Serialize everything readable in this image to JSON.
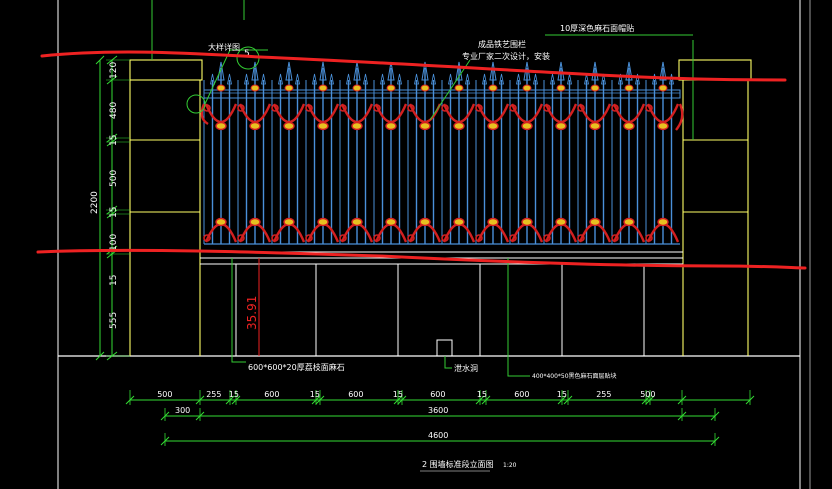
{
  "drawing": {
    "title": "2 围墙标准段立面图",
    "scale": "1:20"
  },
  "annotations": {
    "detail_label": "大样详图",
    "detail_marker": "5",
    "fence_label_1": "成品铁艺围栏",
    "fence_label_2": "专业厂家二次设计，安装",
    "cap_label": "10厚深色麻石面帽贴",
    "base_label": "600*600*20厚荔枝面麻石",
    "drain_label": "泄水洞",
    "grille_label": "400*400*50黑色麻石面层贴块",
    "red_value": "35.91"
  },
  "vertical_dims": [
    "120",
    "480",
    "15",
    "500",
    "15",
    "100",
    "15",
    "555"
  ],
  "vertical_total": "2200",
  "bottom_dims": [
    "500",
    "255",
    "15",
    "600",
    "15",
    "600",
    "15",
    "600",
    "15",
    "600",
    "15",
    "255",
    "500"
  ],
  "mid_dims": [
    "300",
    "3600"
  ],
  "total_dim": "4600",
  "colors": {
    "background": "#000000",
    "pillar": "#ffff66",
    "lines": "#ffffff",
    "fence_blue": "#4a90d9",
    "fence_red": "#d42020",
    "finial": "#e8c020",
    "dims": "#33dd33",
    "leader": "#33cc33",
    "markup_red": "#ee2222"
  }
}
